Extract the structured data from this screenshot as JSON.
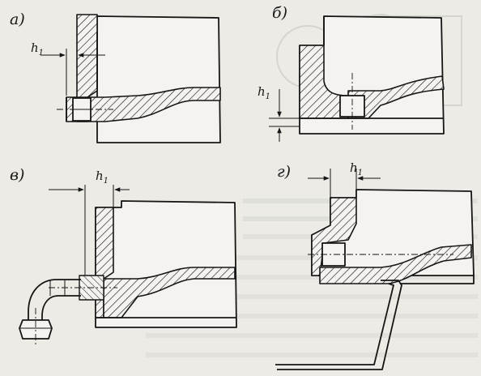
{
  "figure": {
    "panels": [
      {
        "id": "a",
        "label": "а)",
        "dimension": {
          "main": "h",
          "sub": "1"
        }
      },
      {
        "id": "b",
        "label": "б)",
        "dimension": {
          "main": "h",
          "sub": "1"
        }
      },
      {
        "id": "v",
        "label": "в)",
        "dimension": {
          "main": "h",
          "sub": "1"
        }
      },
      {
        "id": "g",
        "label": "г)",
        "dimension": {
          "main": "h",
          "sub": "1"
        }
      }
    ]
  },
  "colors": {
    "paper": "#ecebe6",
    "ink": "#161616",
    "bleed_through": "#9a9a96"
  }
}
